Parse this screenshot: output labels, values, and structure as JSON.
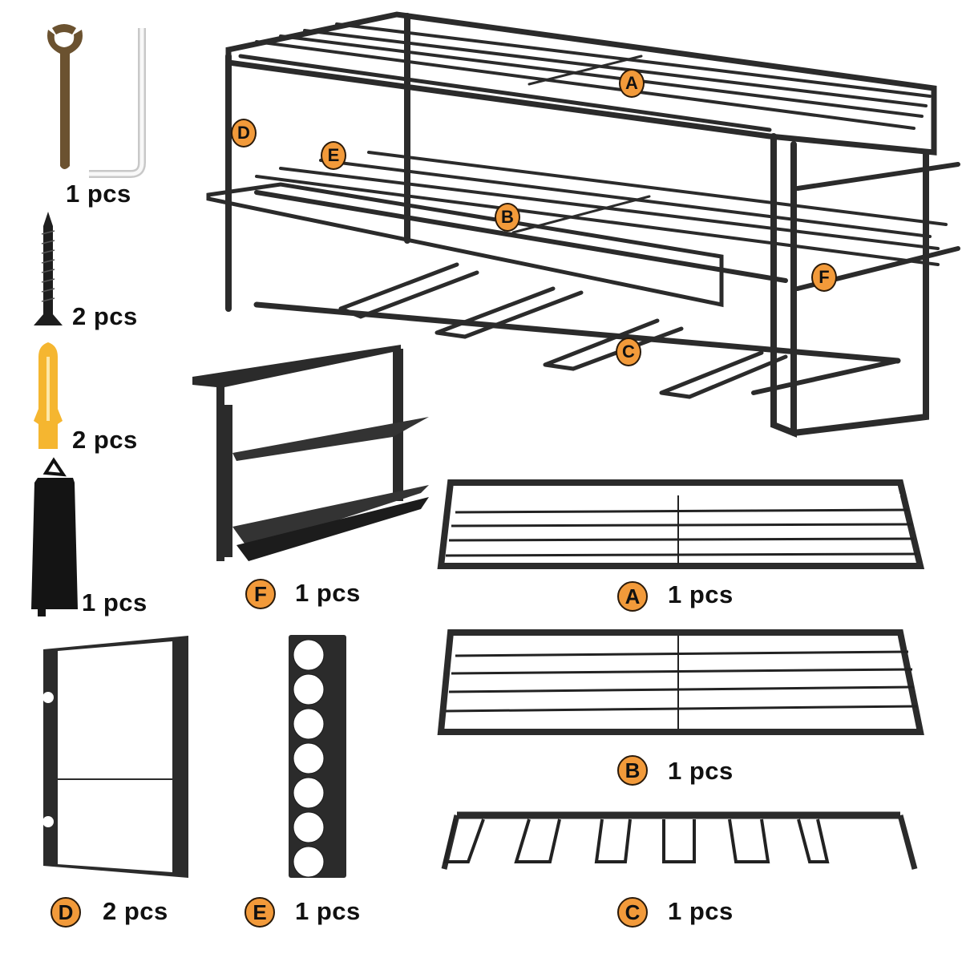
{
  "colors": {
    "badge_fill": "#f29a3a",
    "badge_border": "#2a1a0a",
    "metal": "#2b2b2b",
    "anchor": "#f5b630",
    "wrench": "#6b5230"
  },
  "accessories": [
    {
      "name": "wrench-and-hex-key",
      "qty": "1 pcs"
    },
    {
      "name": "screw",
      "qty": "2 pcs"
    },
    {
      "name": "wall-anchor",
      "qty": "2 pcs"
    },
    {
      "name": "hook-strap",
      "qty": "1 pcs"
    }
  ],
  "assembly_labels": {
    "a": "A",
    "b": "B",
    "c": "C",
    "d": "D",
    "e": "E",
    "f": "F"
  },
  "parts": [
    {
      "letter": "F",
      "qty": "1 pcs"
    },
    {
      "letter": "A",
      "qty": "1 pcs"
    },
    {
      "letter": "B",
      "qty": "1 pcs"
    },
    {
      "letter": "D",
      "qty": "2 pcs"
    },
    {
      "letter": "E",
      "qty": "1 pcs"
    },
    {
      "letter": "C",
      "qty": "1 pcs"
    }
  ]
}
